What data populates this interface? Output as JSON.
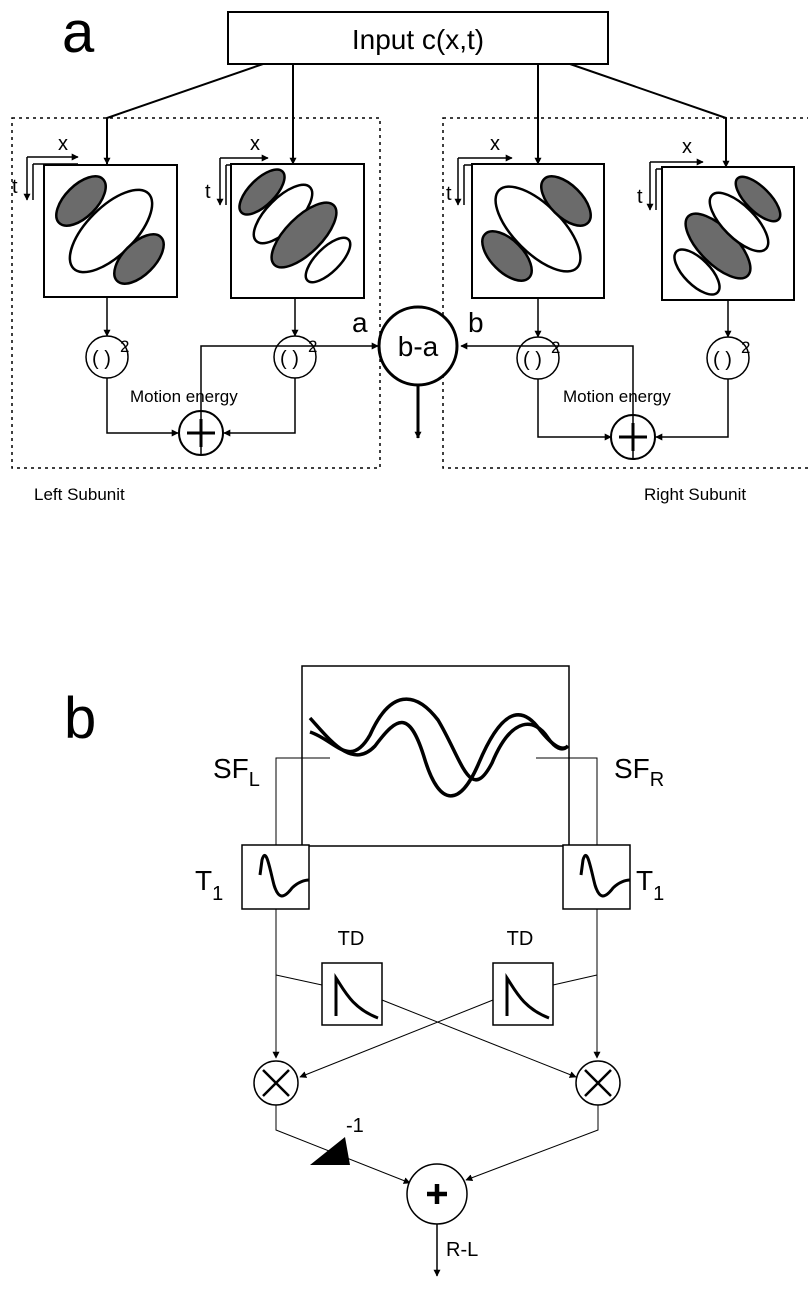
{
  "panel_a": {
    "letter": "a",
    "input_label": "Input c(x,t)",
    "axis_x": "x",
    "axis_t": "t",
    "square_op_paren": "( )",
    "square_op_exp": "2",
    "sum_symbol": "+",
    "motion_energy_label": "Motion energy",
    "left_subunit_label": "Left Subunit",
    "right_subunit_label": "Right Subunit",
    "opponent_label": "b-a",
    "input_a": "a",
    "input_b": "b"
  },
  "panel_b": {
    "letter": "b",
    "sf_left_main": "SF",
    "sf_left_sub": "L",
    "sf_right_main": "SF",
    "sf_right_sub": "R",
    "t1_main": "T",
    "t1_sub": "1",
    "td_label": "TD",
    "multiply_symbol": "✕",
    "sum_symbol": "+",
    "gain_label": "-1",
    "output_label": "R-L"
  },
  "colors": {
    "line": "#000000",
    "lobe_fill": "#6b6b6b",
    "background": "#ffffff"
  }
}
